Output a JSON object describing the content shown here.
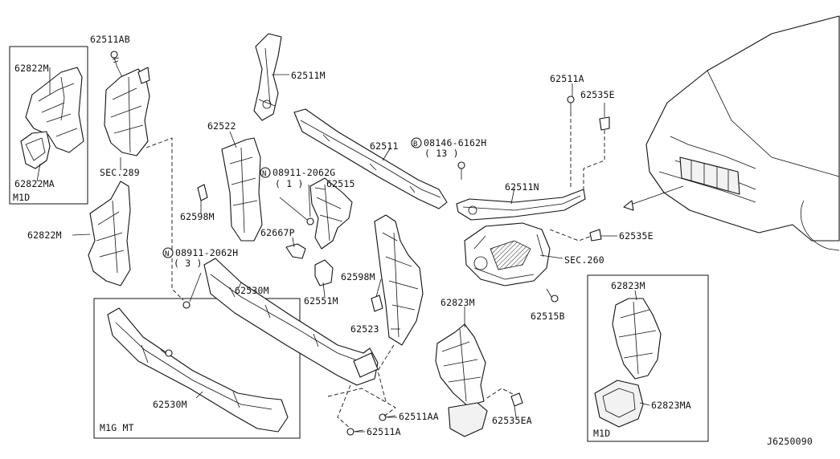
{
  "diagram_id": "J6250090",
  "inset_labels": {
    "top_left": "M1D",
    "bottom_left": "M1G MT",
    "bottom_right": "M1D"
  },
  "callouts": {
    "p62511AB": "62511AB",
    "p62822M_inset": "62822M",
    "p62822MA": "62822MA",
    "p62822M": "62822M",
    "sec289": "SEC.289",
    "p62511M": "62511M",
    "p62522": "62522",
    "p62598M_left": "62598M",
    "p08911_2062G": "08911-2062G",
    "qty_1": "( 1 )",
    "p62515": "62515",
    "p62667P": "62667P",
    "p08911_2062H": "08911-2062H",
    "qty_3": "( 3 )",
    "p62530M": "62530M",
    "p62551M": "62551M",
    "p62598M_right": "62598M",
    "p62523": "62523",
    "p62530M_inset": "62530M",
    "p62511": "62511",
    "p08146_6162H": "08146-6162H",
    "qty_13": "( 13 )",
    "p62511A_top": "62511A",
    "p62535E_top": "62535E",
    "p62511N": "62511N",
    "p62535E_right": "62535E",
    "sec260": "SEC.260",
    "p62515B": "62515B",
    "p62823M": "62823M",
    "p62823M_inset": "62823M",
    "p62823MA": "62823MA",
    "p62535EA": "62535EA",
    "p62511AA": "62511AA",
    "p62511A_bottom": "62511A"
  },
  "symbols": {
    "nut_marker_n": "N",
    "bolt_marker_b": "B"
  }
}
